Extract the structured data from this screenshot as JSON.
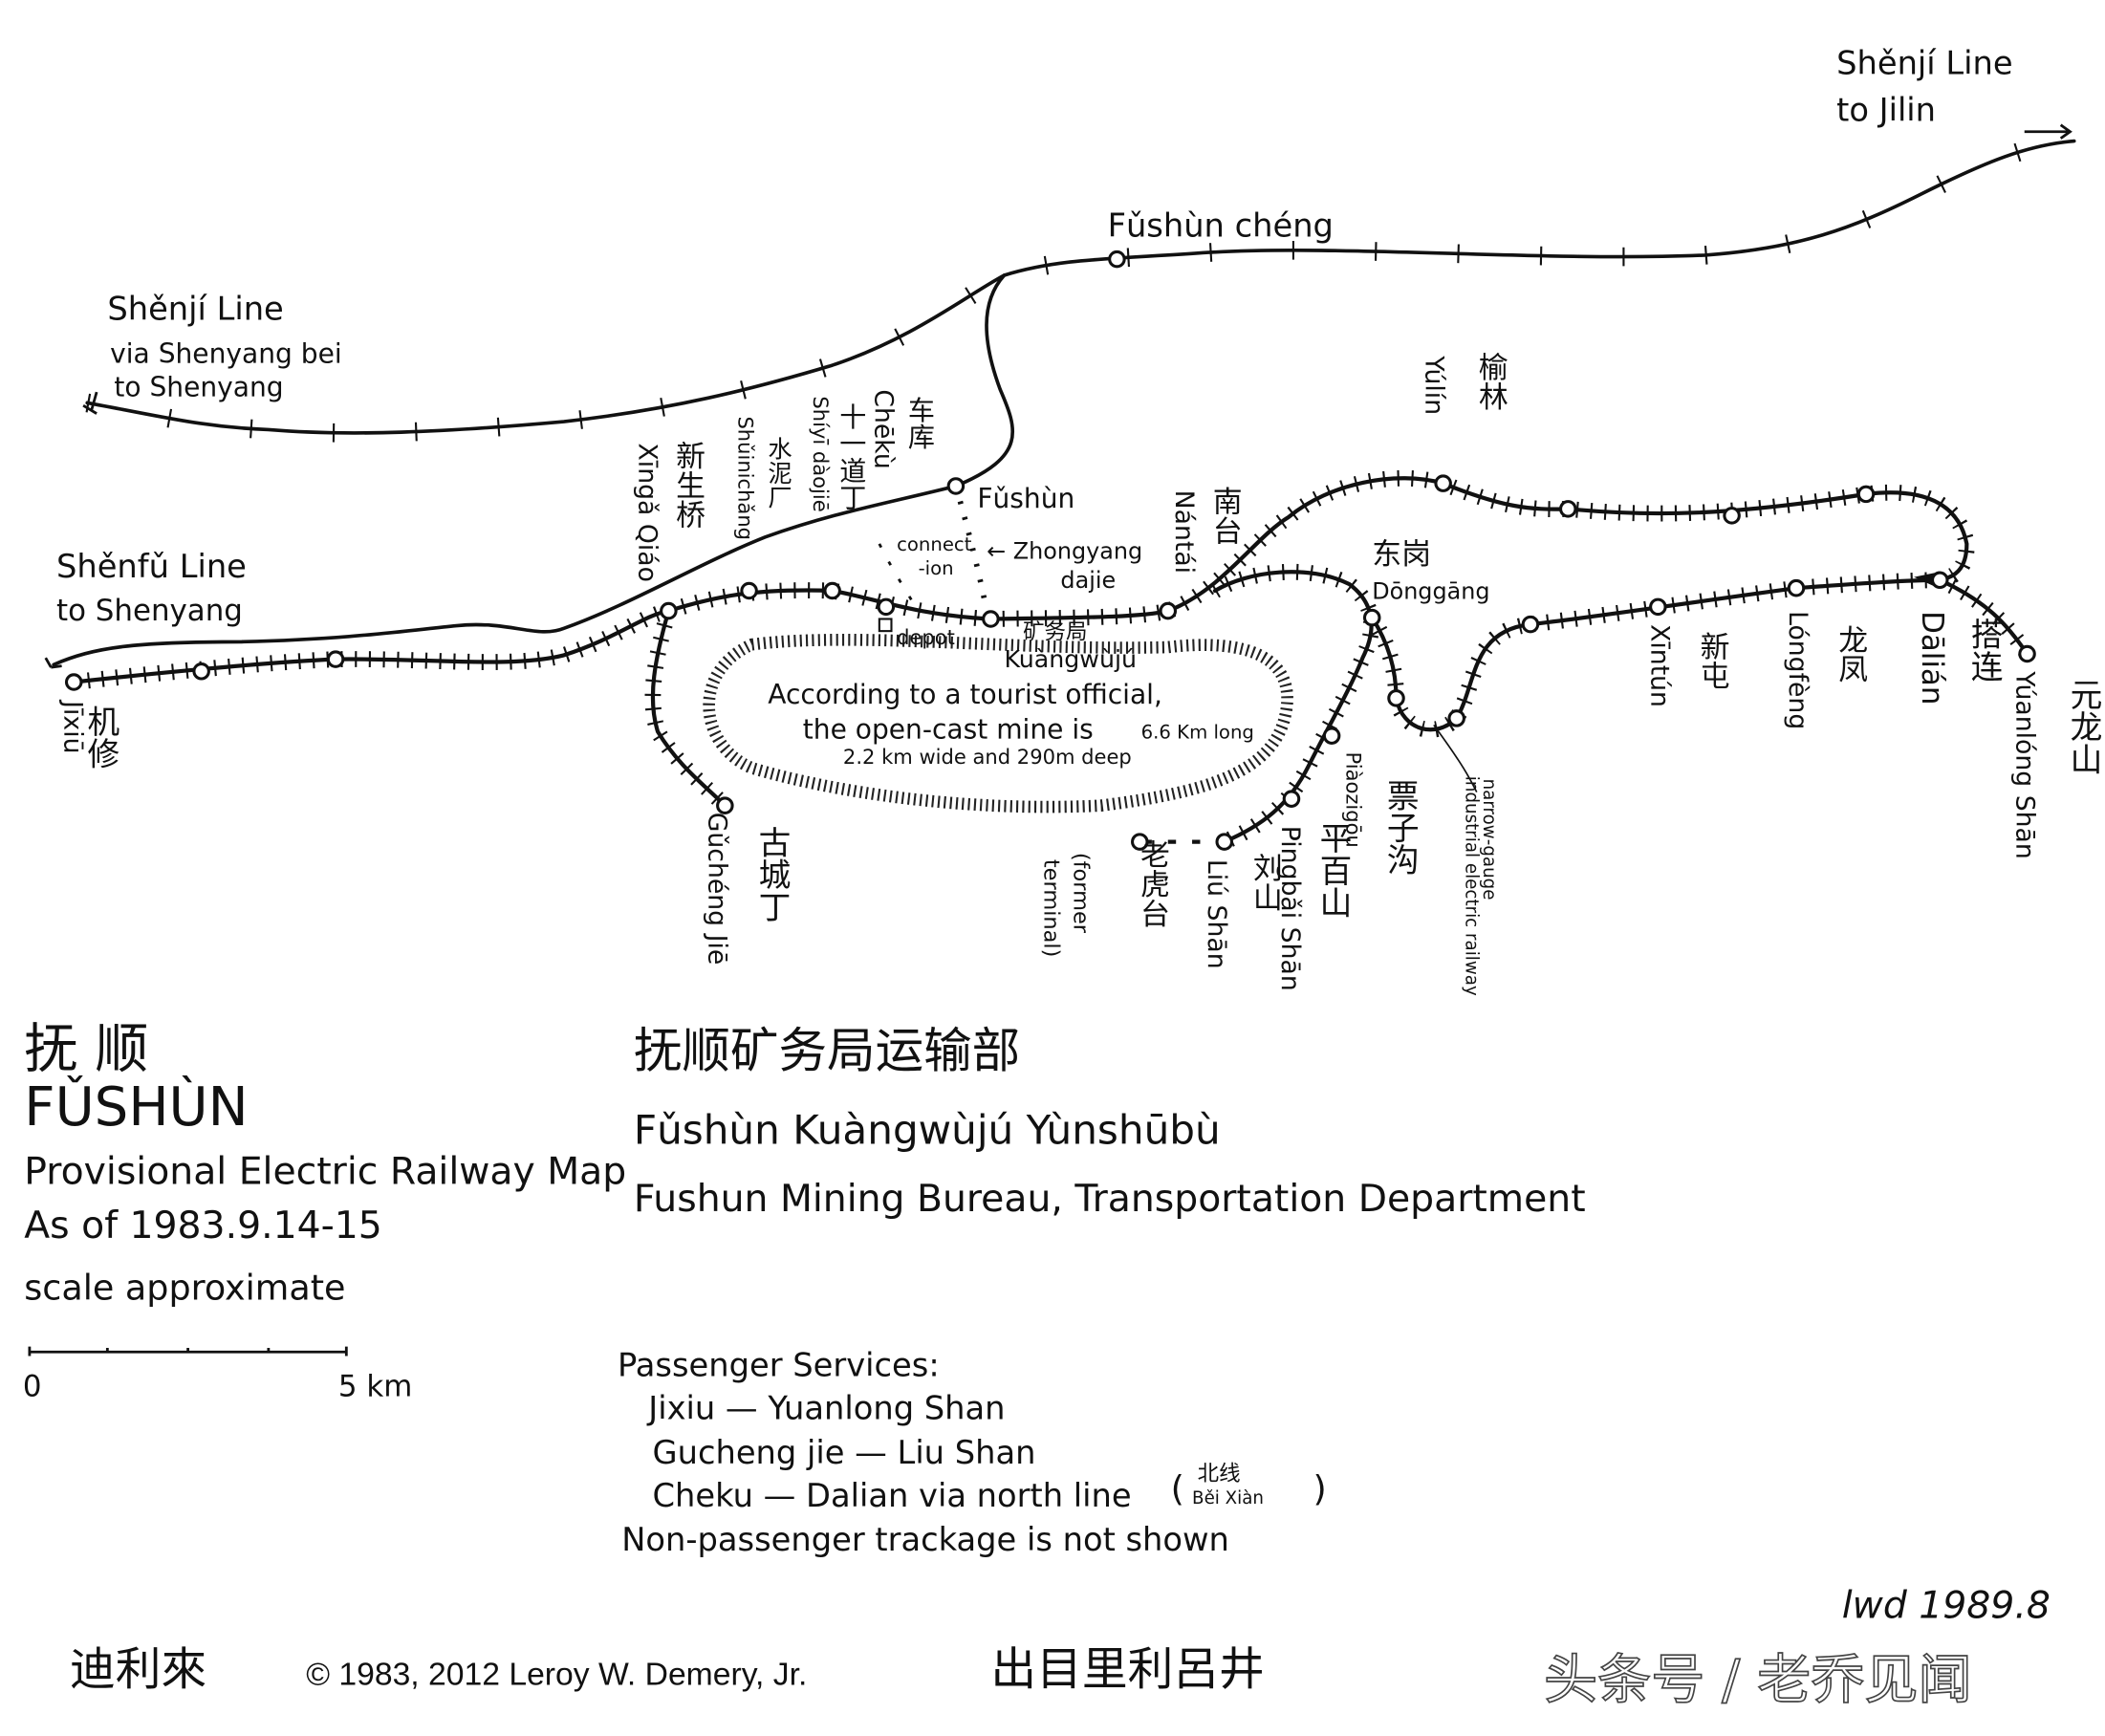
{
  "map": {
    "lines": {
      "shenji_west": [
        "Shěnjí Line",
        "via Shenyang bei",
        "to Shenyang"
      ],
      "shenji_east": [
        "Shěnjí Line",
        "to Jilin"
      ],
      "shenfu": [
        "Shěnfǔ Line",
        "to Shenyang"
      ]
    },
    "stations": {
      "fushun_cheng": "Fǔshùn chéng",
      "fushun": "Fǔshùn",
      "jixiu_cn": "机修",
      "jixiu": "Jīxiū",
      "xingaqiao_cn": "新生桥",
      "xingaqiao": "Xīngǎ Qiáo",
      "shuinichang_cn": "水泥厂",
      "shuinichang": "Shǔinichǎng",
      "shiyidaojie_cn": "十一道丁",
      "shiyidaojie": "Shíyī dàojiē",
      "cheku_cn": "车库",
      "cheku": "Chēkù",
      "zhongyang": [
        "← Zhongyang",
        "dajie"
      ],
      "connection": [
        "connect",
        "-ion"
      ],
      "depot": "depot",
      "kuangwuju_cn": "矿务局",
      "kuangwuju": "Kuàngwùjú",
      "nantai_cn": "南台",
      "nantai": "Nántái",
      "yulin_cn": "榆林",
      "yulin": "Yúlín",
      "donggang_cn": "东岗",
      "donggang": "Dōnggāng",
      "xintun_cn": "新屯",
      "xintun": "Xīntún",
      "longfeng_cn": "龙凤",
      "longfeng": "Lóngfèng",
      "dalian_cn": "搭连",
      "dalian": "Dālián",
      "yuanlongshan_cn": "元龙山",
      "yuanlongshan": "Yúanlóng Shān",
      "gucheng_cn": "古城丁",
      "gucheng": "Gǔchéng Jiē",
      "laohutai_cn": "老虎台",
      "laohutai": [
        "(former",
        "terminal)"
      ],
      "liushan_cn": "刘山",
      "liushan": "Liú Shān",
      "pingbaishan_cn": "平百山",
      "pingbaishan": "Pingbǎi Shān",
      "piaozigou_cn": "票子沟",
      "piaozigou": "Piàozigōu",
      "narrow_gauge": [
        "narrow-gauge",
        "industrial electric railway"
      ]
    },
    "mine_note": [
      "According to a tourist official,",
      "the open-cast mine is",
      "6.6 Km long",
      "2.2 km wide and 290m deep"
    ]
  },
  "legend": {
    "title_cn": "抚 顺",
    "title": "FǓSHÙN",
    "subtitle": "Provisional Electric Railway Map",
    "date": "As of 1983.9.14-15",
    "scale_note": "scale approximate",
    "scale_start": "0",
    "scale_end": "5 km"
  },
  "bureau": {
    "cn": "抚顺矿务局运输部",
    "pinyin": "Fǔshùn Kuàngwùjú Yùnshūbù",
    "english": "Fushun Mining Bureau, Transportation Department"
  },
  "services": {
    "title": "Passenger Services:",
    "items": [
      "Jixiu — Yuanlong Shan",
      "Gucheng jie — Liu Shan",
      "Cheku — Dalian via north line"
    ],
    "north_line_cn": "北线",
    "north_line_pinyin": "Běi Xiàn",
    "note": "Non-passenger trackage is not shown"
  },
  "signature": "lwd 1989.8",
  "footer": {
    "left_cn": "迪利來",
    "copyright": "© 1983, 2012 Leroy W. Demery, Jr.",
    "right_cn": "出目里利呂井",
    "watermark": "头条号 / 老乔见闻"
  }
}
